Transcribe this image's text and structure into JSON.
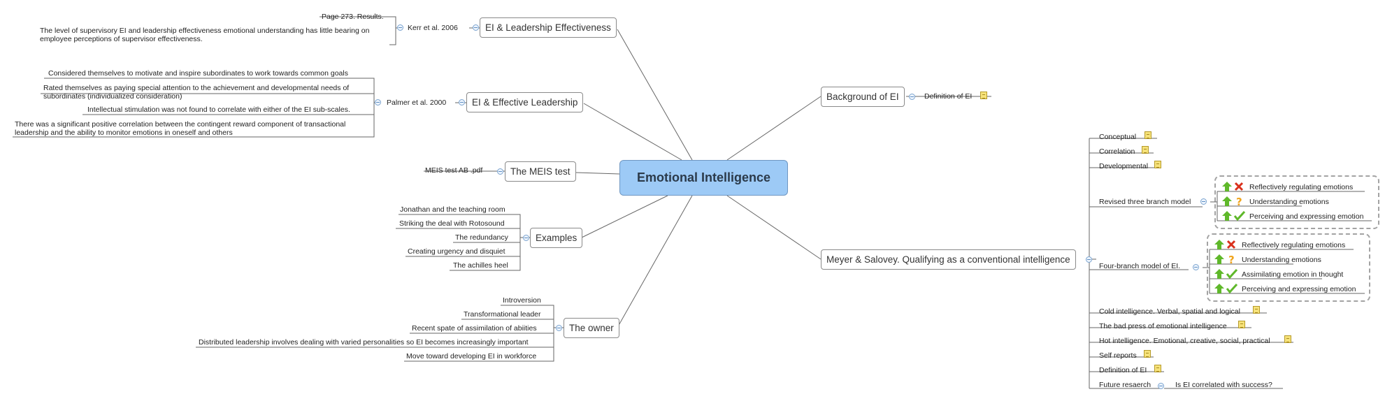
{
  "central": {
    "title": "Emotional Intelligence"
  },
  "left": {
    "leadership_effectiveness": {
      "title": "EI & Leadership Effectiveness",
      "source": "Kerr et al. 2006",
      "notes": [
        "Page 273. Results.",
        "The level of supervisory EI and leadership effectiveness emotional understanding has little bearing on",
        "employee perceptions of supervisor effectiveness."
      ]
    },
    "effective_leadership": {
      "title": "EI & Effective Leadership",
      "source": "Palmer et al. 2000",
      "notes": [
        "Considered themselves to motivate and inspire subordinates to work towards common goals",
        "Rated themselves as paying special attention to the achievement and developmental needs of",
        "subordinates (individualized consideration)",
        "Intellectual stimulation was not found to correlate with either of the EI sub-scales.",
        "There was a significant positive correlation between the contingent reward component of transactional",
        "leadership and the ability to monitor emotions in oneself and others"
      ]
    },
    "meis": {
      "title": "The MEIS test",
      "file": "MEIS test AB .pdf"
    },
    "examples": {
      "title": "Examples",
      "items": [
        "Jonathan and the teaching room",
        "Striking the deal with Rotosound",
        "The redundancy",
        "Creating urgency and disquiet",
        "The achilles heel"
      ]
    },
    "owner": {
      "title": "The owner",
      "items": [
        "Introversion",
        "Transformational leader",
        "Recent spate of assimilation of abiities",
        "Distributed leadership involves dealing with varied personalities so EI becomes increasingly important",
        "Move toward developing EI in workforce"
      ]
    }
  },
  "right": {
    "background": {
      "title": "Background of EI",
      "child": "Definition of EI"
    },
    "meyer": {
      "title": "Meyer & Salovey. Qualifying as a conventional intelligence",
      "items_top": [
        "Conceptual",
        "Correlation",
        "Developmental"
      ],
      "revised": {
        "label": "Revised three branch model",
        "items": [
          "Reflectively regulating emotions",
          "Understanding emotions",
          "Perceiving and expressing emotion"
        ],
        "markers": [
          "cross",
          "question",
          "check"
        ]
      },
      "four": {
        "label": "Four-branch model of EI.",
        "items": [
          "Reflectively regulating emotions",
          "Understanding emotions",
          "Assimilating emotion in thought",
          "Perceiving and expressing emotion"
        ],
        "markers": [
          "cross",
          "question",
          "check",
          "check"
        ]
      },
      "items_bottom": [
        "Cold intelligence. Verbal, spatial and logical",
        "The bad press of emotional intelligence",
        "Hot intelligence. Emotional, creative, social, practical",
        "Self reports",
        "Definition of EI"
      ],
      "future": {
        "label": "Future resaerch",
        "child": "Is EI correlated with success?"
      }
    }
  },
  "colors": {
    "central_fill": "#9dcaf6",
    "line": "#666666",
    "arrow_green": "#5fb82a",
    "cross_red": "#d9301c",
    "question_orange": "#f0a51e"
  }
}
